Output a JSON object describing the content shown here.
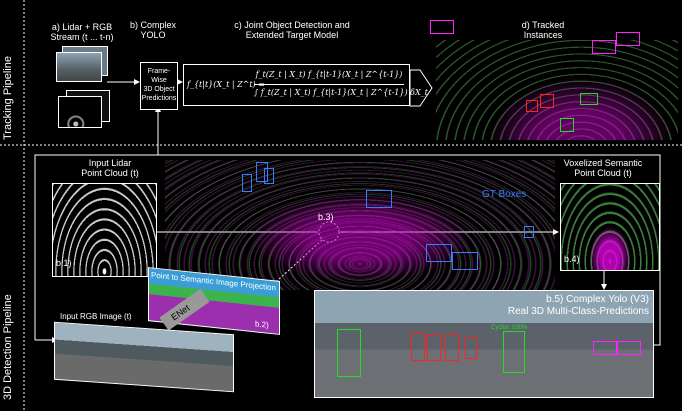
{
  "side_labels": {
    "tracking": "Tracking Pipeline",
    "detection": "3D Detection Pipeline"
  },
  "top": {
    "stage_a": {
      "line1": "a) Lidar + RGB",
      "line2": "Stream (t ... t-n)"
    },
    "stage_b": {
      "line1": "b) Complex",
      "line2": "YOLO"
    },
    "stage_c": {
      "line1": "c) Joint Object Detection and",
      "line2": "Extended Target Model"
    },
    "stage_d": {
      "line1": "d) Tracked",
      "line2": "Instances"
    },
    "predictions_box": {
      "line1": "Frame-Wise",
      "line2": "3D Object",
      "line3": "Predictions"
    },
    "formula": {
      "lhs": "f_{t|t}(X_t | Z^t) =",
      "numerator": "f_t(Z_t | X_t) f_{t|t-1}(X_t | Z^{t-1})",
      "denominator": "∫ f_t(Z_t | X_t) f_{t|t-1}(X_t | Z^{t-1}) δX_t"
    }
  },
  "bottom": {
    "input_lidar": {
      "line1": "Input Lidar",
      "line2": "Point Cloud (t)"
    },
    "voxelized": {
      "line1": "Voxelized Semantic",
      "line2": "Point Cloud (t)"
    },
    "gt_boxes": "GT Boxes",
    "b1": "b.1)",
    "b2": "b.2)",
    "b3": "b.3)",
    "b4": "b.4)",
    "b5_title": "b.5) Complex Yolo (V3)",
    "b5_sub": "Real 3D Multi-Class-Predictions",
    "projection": "Point to Semantic Image Projection",
    "enet": "ENet",
    "input_rgb": "Input RGB Image (t)",
    "cyclist_label": "Cyclist: 100%"
  },
  "colors": {
    "gt_box": "#3a7cff",
    "pred_green": "#22dd22",
    "pred_red": "#ff2222",
    "pred_magenta": "#ff22ff"
  }
}
